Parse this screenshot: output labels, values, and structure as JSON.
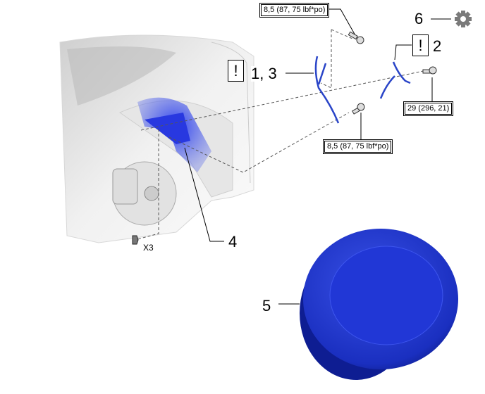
{
  "callouts": {
    "part_1_3": "1, 3",
    "part_2": "2",
    "part_4": "4",
    "part_5": "5",
    "part_6": "6",
    "warning_symbol": "!",
    "quantity": "X3"
  },
  "torque_specs": {
    "top_bolt": "8,5 (87, 75 lbf*po)",
    "right_bolt": "29 (296, 21)",
    "lower_bolt": "8,5 (87, 75 lbf*po)"
  },
  "colors": {
    "highlight": "#2a3fd6",
    "tire": "#2233cc",
    "gear": "#7a7a7a"
  },
  "icons": [
    "gear-icon",
    "warning-icon",
    "bolt-icon",
    "clip-icon"
  ]
}
